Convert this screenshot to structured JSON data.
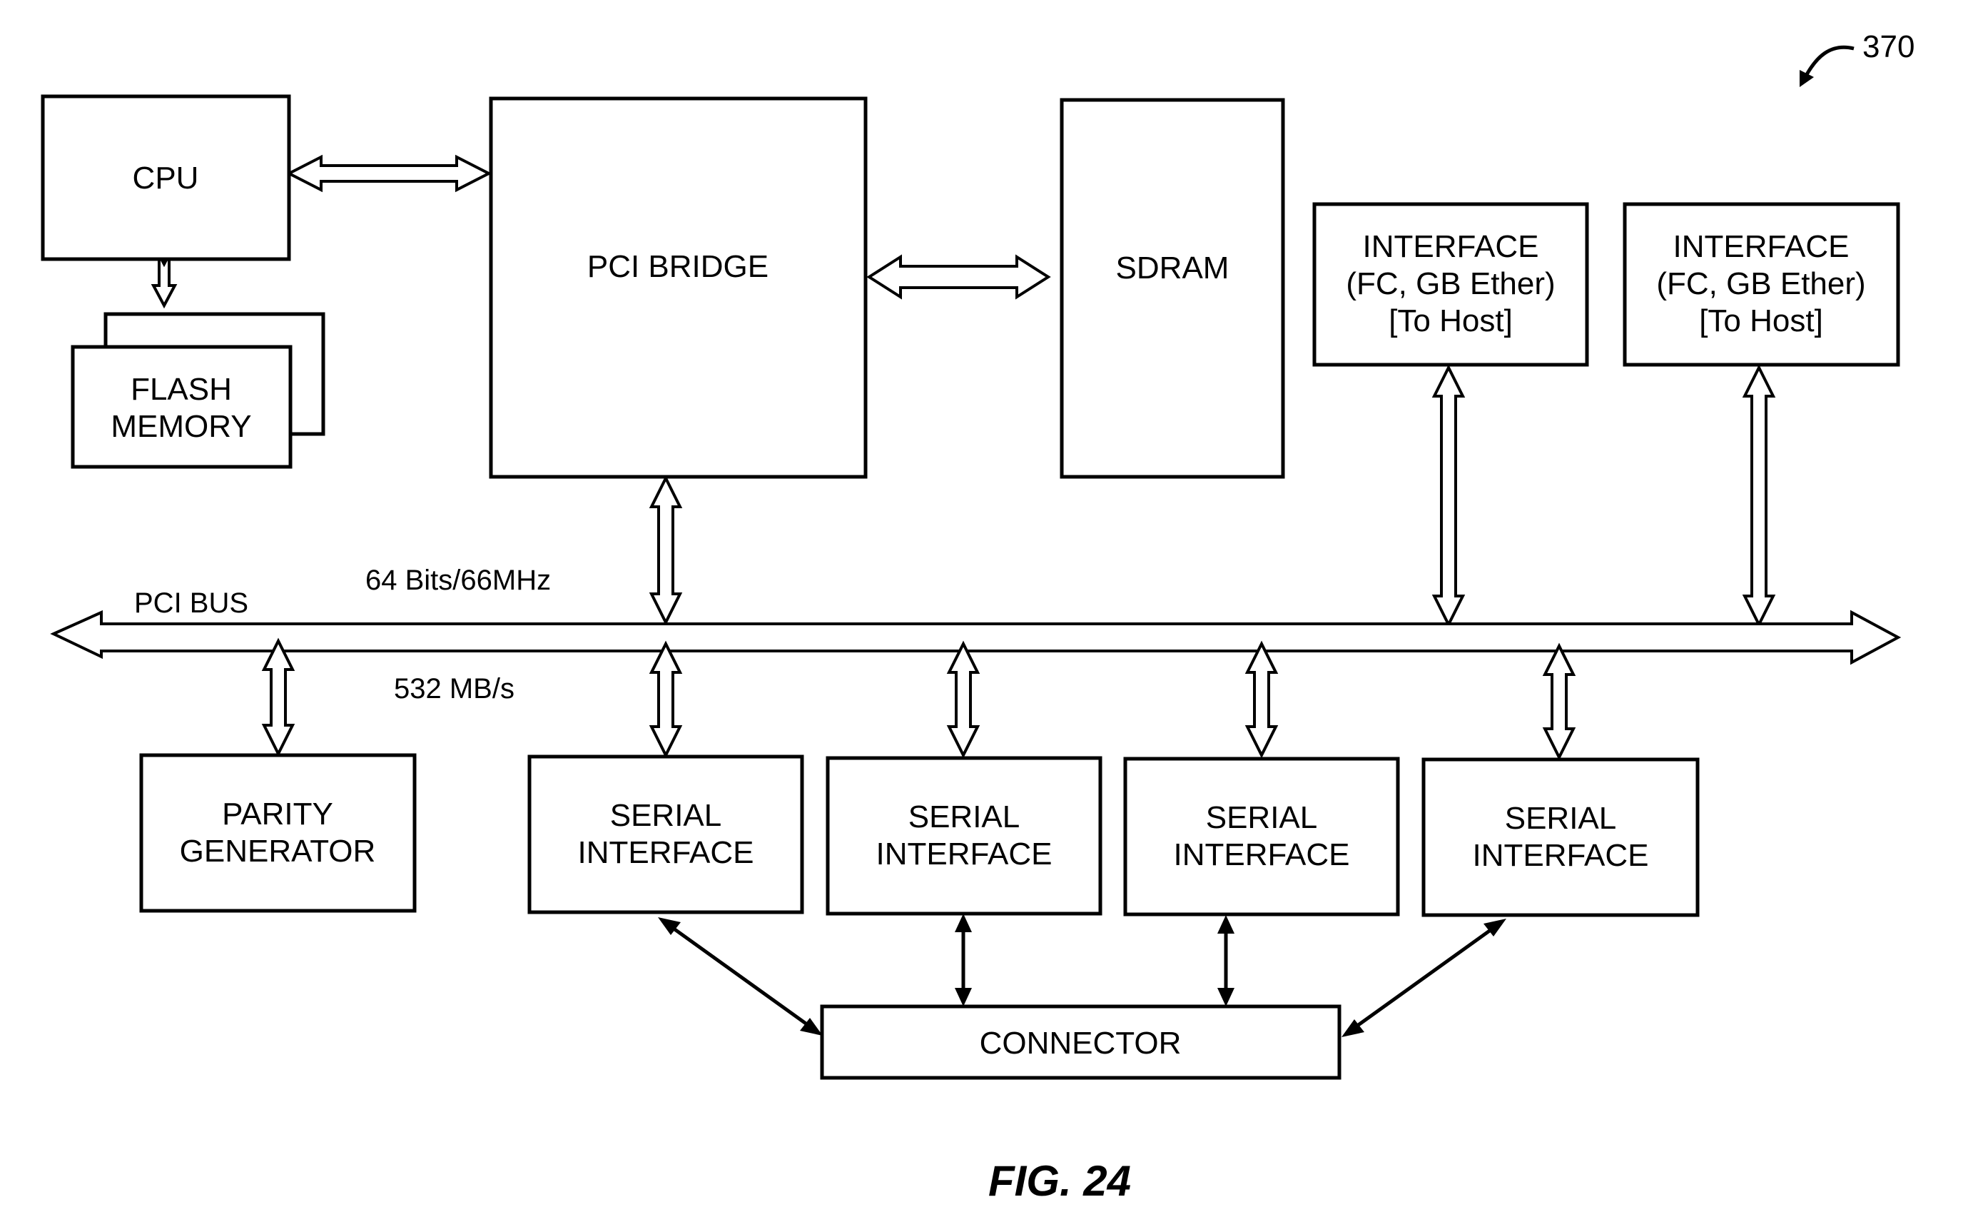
{
  "ref_number": "370",
  "figure_caption": "FIG. 24",
  "bus": {
    "name": "PCI BUS",
    "spec_width": "64 Bits/66MHz",
    "spec_rate": "532 MB/s"
  },
  "blocks": {
    "cpu": [
      "CPU"
    ],
    "flash": [
      "FLASH",
      "MEMORY"
    ],
    "pci_bridge": [
      "PCI BRIDGE"
    ],
    "sdram": [
      "SDRAM"
    ],
    "interface_1": [
      "INTERFACE",
      "(FC, GB Ether)",
      "[To Host]"
    ],
    "interface_2": [
      "INTERFACE",
      "(FC, GB Ether)",
      "[To Host]"
    ],
    "parity": [
      "PARITY",
      "GENERATOR"
    ],
    "serial_1": [
      "SERIAL",
      "INTERFACE"
    ],
    "serial_2": [
      "SERIAL",
      "INTERFACE"
    ],
    "serial_3": [
      "SERIAL",
      "INTERFACE"
    ],
    "serial_4": [
      "SERIAL",
      "INTERFACE"
    ],
    "connector": [
      "CONNECTOR"
    ]
  }
}
